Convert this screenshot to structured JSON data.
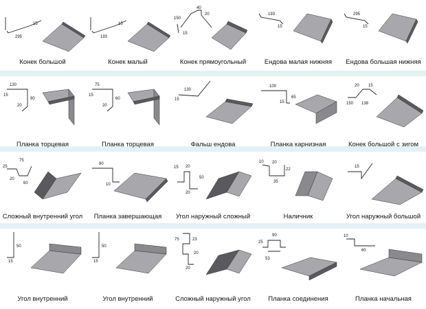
{
  "items": [
    {
      "label": "Конек большой",
      "dims": [
        "15",
        "295"
      ],
      "profile": "ridge"
    },
    {
      "label": "Конек малый",
      "dims": [
        "15",
        "193"
      ],
      "profile": "ridge-small"
    },
    {
      "label": "Конек прямоугольный",
      "dims": [
        "40",
        "20",
        "150",
        "15"
      ],
      "profile": "ridge-rect"
    },
    {
      "label": "Ендова малая нижняя",
      "dims": [
        "193",
        "15"
      ],
      "profile": "valley"
    },
    {
      "label": "Ендова большая нижняя",
      "dims": [
        "295",
        "15"
      ],
      "profile": "valley"
    },
    {
      "label": "Планка торцевая",
      "dims": [
        "130",
        "15",
        "90",
        "20"
      ],
      "profile": "gable"
    },
    {
      "label": "Планка торцевая",
      "dims": [
        "75",
        "15",
        "60",
        "20"
      ],
      "profile": "gable"
    },
    {
      "label": "Фальш ендова",
      "dims": [
        "130",
        "15"
      ],
      "profile": "false-valley"
    },
    {
      "label": "Планка карнизная",
      "dims": [
        "100",
        "15",
        "65"
      ],
      "profile": "eaves"
    },
    {
      "label": "Конек большой с зигом",
      "dims": [
        "20",
        "15",
        "150",
        "138"
      ],
      "profile": "ridge-zig"
    },
    {
      "label": "Сложный внутренний угол",
      "dims": [
        "25",
        "75",
        "20",
        "60"
      ],
      "profile": "inner-complex"
    },
    {
      "label": "Планка завершающая",
      "dims": [
        "90",
        "10"
      ],
      "profile": "finish"
    },
    {
      "label": "Угол наружный сложный",
      "dims": [
        "15",
        "20",
        "50",
        "20"
      ],
      "profile": "outer-complex"
    },
    {
      "label": "Наличник",
      "dims": [
        "10",
        "20",
        "22",
        "35"
      ],
      "profile": "trim"
    },
    {
      "label": "Угол наружный большой",
      "dims": [
        "15"
      ],
      "profile": "outer-big"
    },
    {
      "label": "Угол внутренний",
      "dims": [
        "50",
        "15"
      ],
      "profile": "inner"
    },
    {
      "label": "Угол внутренний",
      "dims": [
        "50",
        "15"
      ],
      "profile": "inner"
    },
    {
      "label": "Сложный наружный угол",
      "dims": [
        "75",
        "23",
        "20",
        "20"
      ],
      "profile": "outer-complex2"
    },
    {
      "label": "Планка соединения",
      "dims": [
        "90",
        "25",
        "53"
      ],
      "profile": "joint"
    },
    {
      "label": "Планка начальная",
      "dims": [
        "10",
        "60"
      ],
      "profile": "starter"
    }
  ],
  "colors": {
    "band": "#e3f1f4",
    "metal_light": "#a8a8ac",
    "metal_mid": "#8a8a8e",
    "metal_dark": "#5a5a5e"
  }
}
